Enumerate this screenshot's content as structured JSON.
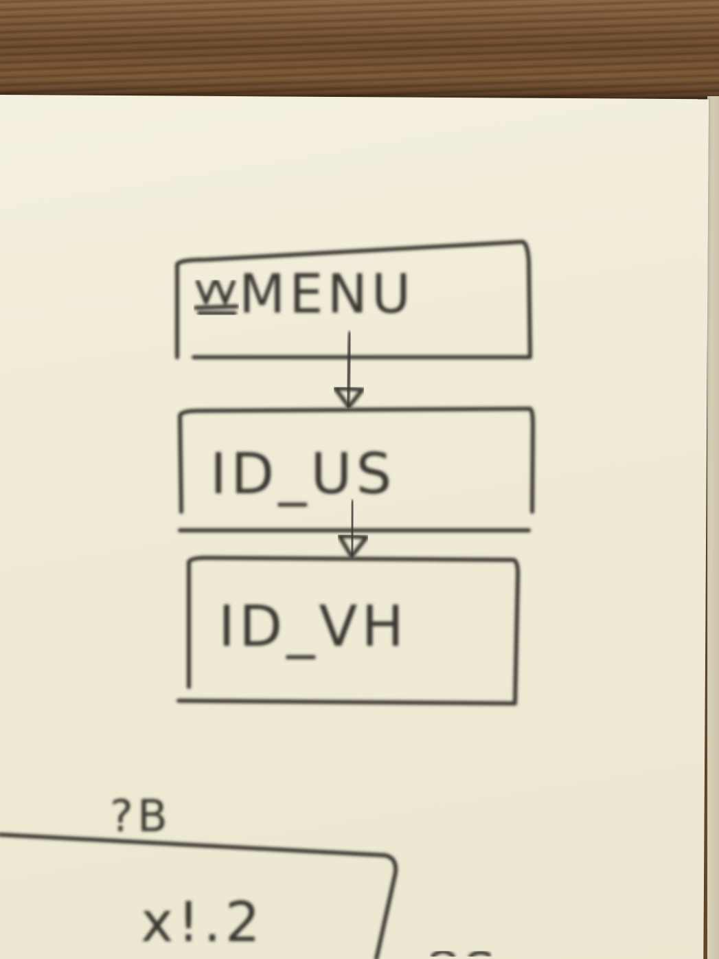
{
  "boxes": [
    {
      "label": "MENU"
    },
    {
      "label": "ID_US"
    },
    {
      "label": "ID_VH"
    }
  ],
  "annotation": "?B",
  "bottom_box_label": "x!.2",
  "colors": {
    "ink": "#3a3833",
    "paper": "#f1edd8",
    "wood": "#6e4a2c"
  }
}
